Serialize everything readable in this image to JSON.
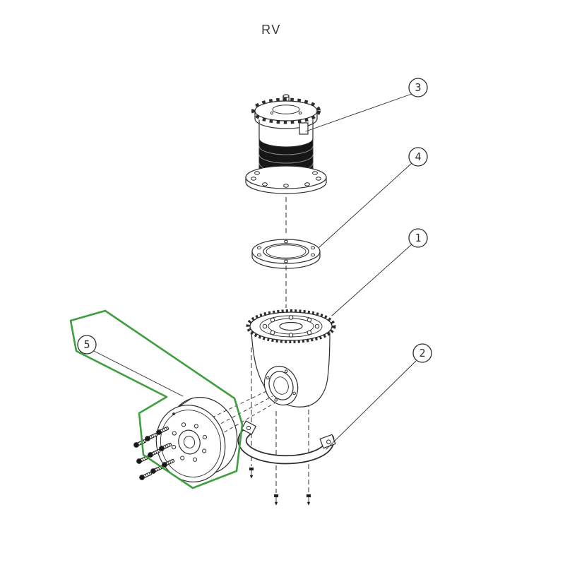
{
  "drawing_title": "RV",
  "callouts": [
    {
      "label": "3"
    },
    {
      "label": "4"
    },
    {
      "label": "1"
    },
    {
      "label": "2"
    },
    {
      "label": "5"
    }
  ],
  "highlighted_callout_label": "5",
  "colors": {
    "line": "#2d2d2d",
    "highlight_green": "#3f9e3f",
    "background": "#ffffff",
    "dark_band": "#161616"
  }
}
